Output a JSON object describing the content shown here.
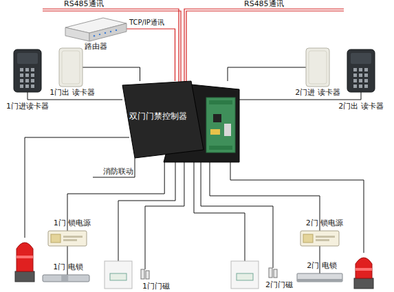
{
  "diagram": {
    "nodes": [
      {
        "text": [
          "路由器"
        ]
      },
      {
        "text": [
          "1门进读卡器"
        ]
      },
      {
        "text": [
          "1门出 读卡器"
        ]
      },
      {
        "text": [
          "双门门禁控制器"
        ]
      },
      {
        "text": [
          "2门进 读卡器"
        ]
      },
      {
        "text": [
          "2门出 读卡器"
        ]
      },
      {
        "text": [
          "1门 锁电源"
        ]
      },
      {
        "text": [
          "1门 电锁"
        ]
      },
      {
        "text": [
          "1门门磁"
        ]
      },
      {
        "text": [
          "2门门磁"
        ]
      },
      {
        "text": [
          "2门 锁电源"
        ]
      },
      {
        "text": [
          "2门 电锁"
        ]
      }
    ],
    "edges": [
      {
        "from": 0,
        "to": 3,
        "arrow": "none",
        "label": "TCP/IP通讯"
      },
      {
        "from": 1,
        "to": 3,
        "arrow": "none"
      },
      {
        "from": 2,
        "to": 3,
        "arrow": "none"
      },
      {
        "from": 3,
        "to": 4,
        "arrow": "none"
      },
      {
        "from": 3,
        "to": 5,
        "arrow": "none"
      },
      {
        "from": 3,
        "to": 6,
        "arrow": "none"
      },
      {
        "from": 6,
        "to": 7,
        "arrow": "none"
      },
      {
        "from": 3,
        "to": 8,
        "arrow": "none"
      },
      {
        "from": 3,
        "to": 9,
        "arrow": "none"
      },
      {
        "from": 3,
        "to": 10,
        "arrow": "none"
      },
      {
        "from": 10,
        "to": 11,
        "arrow": "none"
      }
    ],
    "labels": [
      "RS485通讯",
      "RS485通讯",
      "消防联动"
    ]
  }
}
